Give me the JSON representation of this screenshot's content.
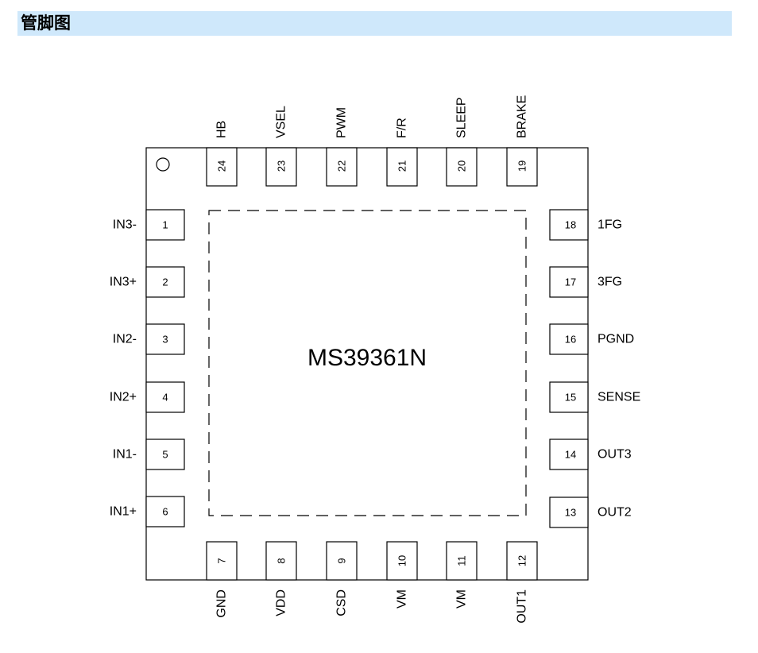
{
  "header": {
    "title": "管脚图"
  },
  "chip": {
    "name": "MS39361N"
  },
  "pins": {
    "left": [
      {
        "number": "1",
        "name": "IN3-"
      },
      {
        "number": "2",
        "name": "IN3+"
      },
      {
        "number": "3",
        "name": "IN2-"
      },
      {
        "number": "4",
        "name": "IN2+"
      },
      {
        "number": "5",
        "name": "IN1-"
      },
      {
        "number": "6",
        "name": "IN1+"
      }
    ],
    "bottom": [
      {
        "number": "7",
        "name": "GND"
      },
      {
        "number": "8",
        "name": "VDD"
      },
      {
        "number": "9",
        "name": "CSD"
      },
      {
        "number": "10",
        "name": "VM"
      },
      {
        "number": "11",
        "name": "VM"
      },
      {
        "number": "12",
        "name": "OUT1"
      }
    ],
    "right": [
      {
        "number": "13",
        "name": "OUT2"
      },
      {
        "number": "14",
        "name": "OUT3"
      },
      {
        "number": "15",
        "name": "SENSE"
      },
      {
        "number": "16",
        "name": "PGND"
      },
      {
        "number": "17",
        "name": "3FG"
      },
      {
        "number": "18",
        "name": "1FG"
      }
    ],
    "top": [
      {
        "number": "19",
        "name": "BRAKE"
      },
      {
        "number": "20",
        "name": "SLEEP"
      },
      {
        "number": "21",
        "name": "F/R"
      },
      {
        "number": "22",
        "name": "PWM"
      },
      {
        "number": "23",
        "name": "VSEL"
      },
      {
        "number": "24",
        "name": "HB"
      }
    ]
  }
}
